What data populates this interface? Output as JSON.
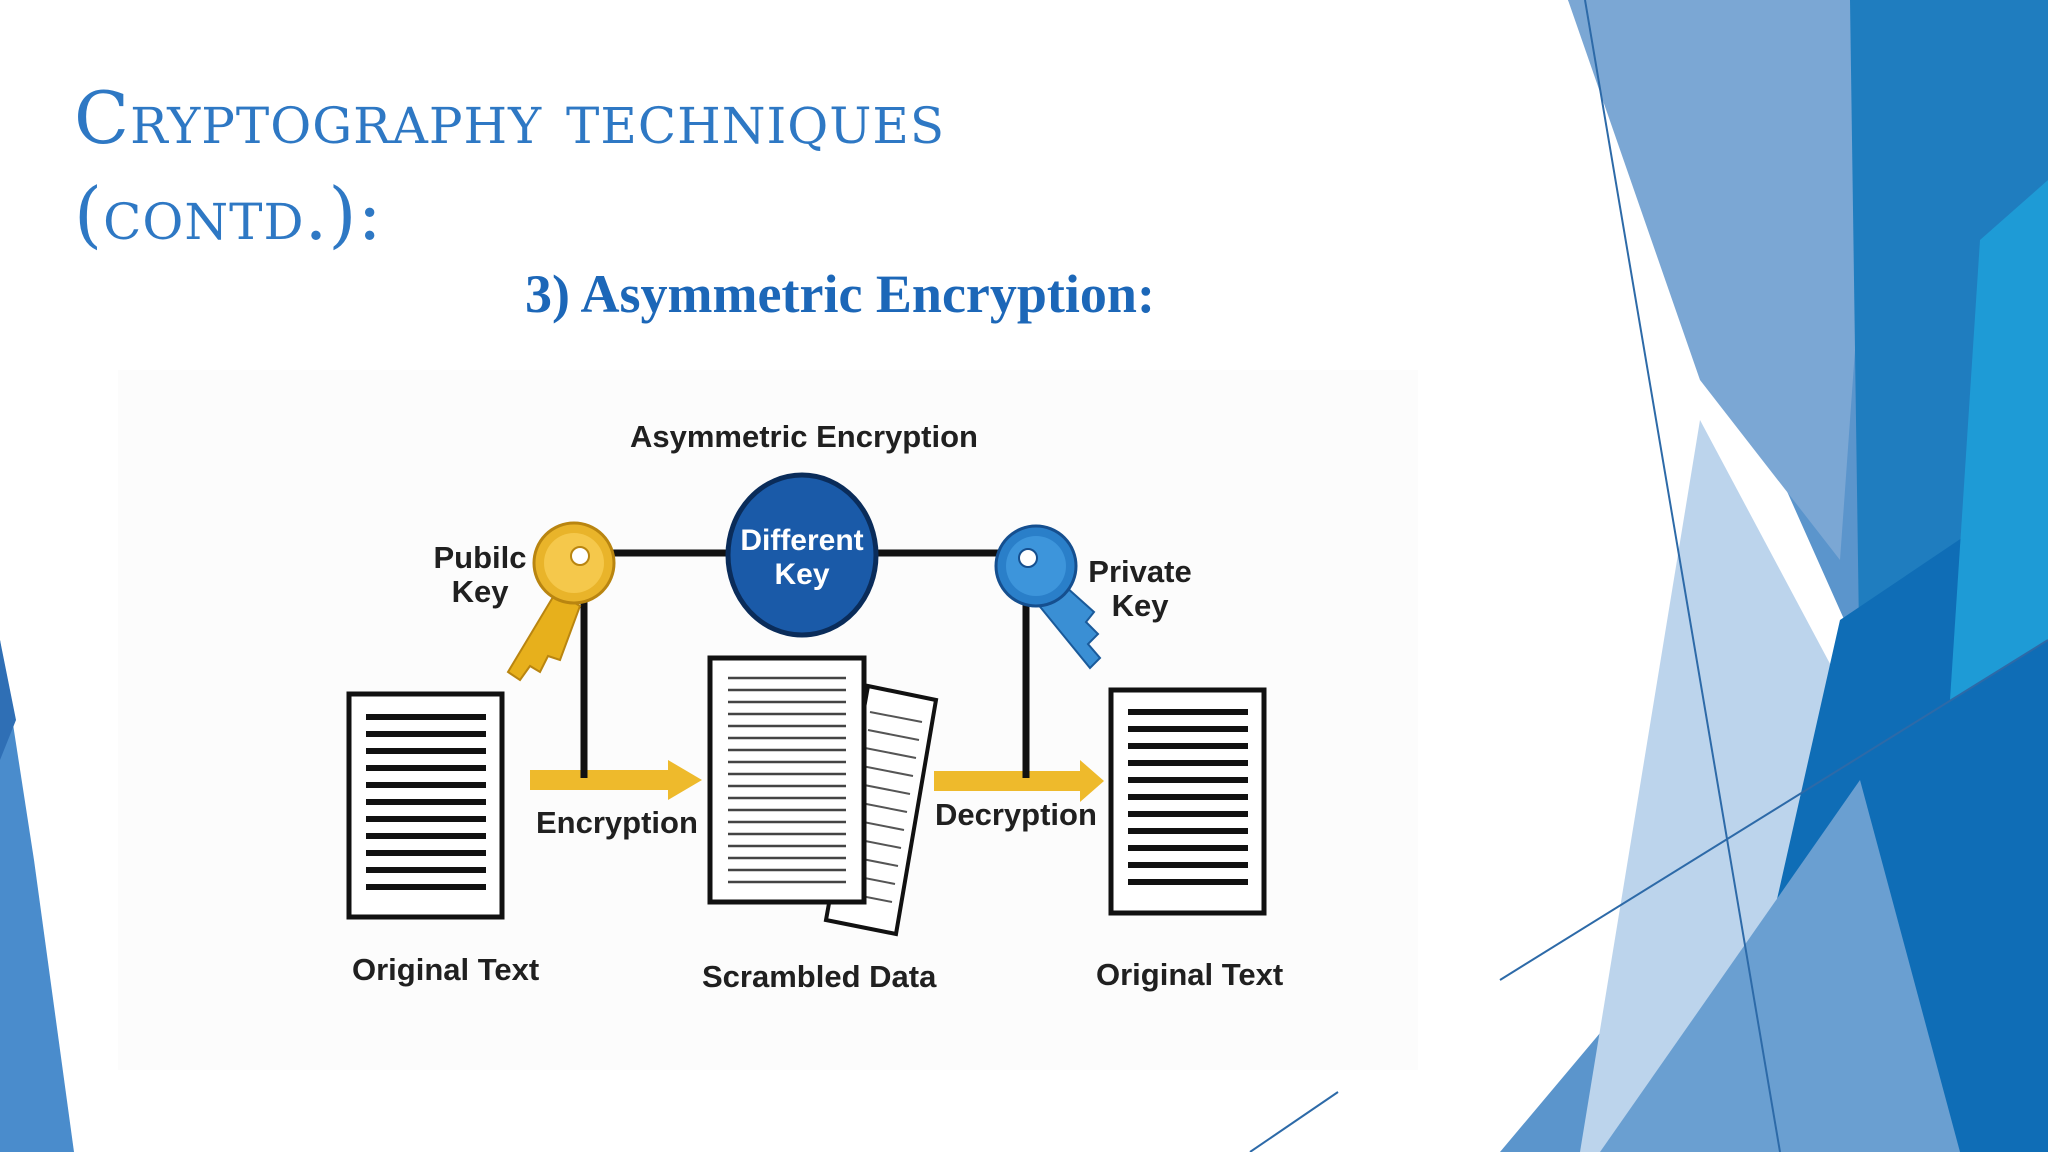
{
  "slide": {
    "title": "Cryptography techniques (contd.):",
    "subtitle": "3) Asymmetric Encryption:"
  },
  "diagram": {
    "heading": "Asymmetric Encryption",
    "center_key_line1": "Different",
    "center_key_line2": "Key",
    "public_key_line1": "Pubilc",
    "public_key_line2": "Key",
    "private_key_line1": "Private",
    "private_key_line2": "Key",
    "encryption_label": "Encryption",
    "decryption_label": "Decryption",
    "left_document_label": "Original Text",
    "middle_document_label": "Scrambled Data",
    "right_document_label": "Original Text"
  },
  "colors": {
    "title": "#2e78c4",
    "subtitle": "#1c67b8",
    "center_key_circle": "#1a5aa8",
    "public_key": "#e7b01c",
    "private_key": "#2a7fc9",
    "arrow": "#eeba2c"
  },
  "icons": [
    "public-key-icon",
    "private-key-icon",
    "document-icon",
    "arrow-icon"
  ]
}
